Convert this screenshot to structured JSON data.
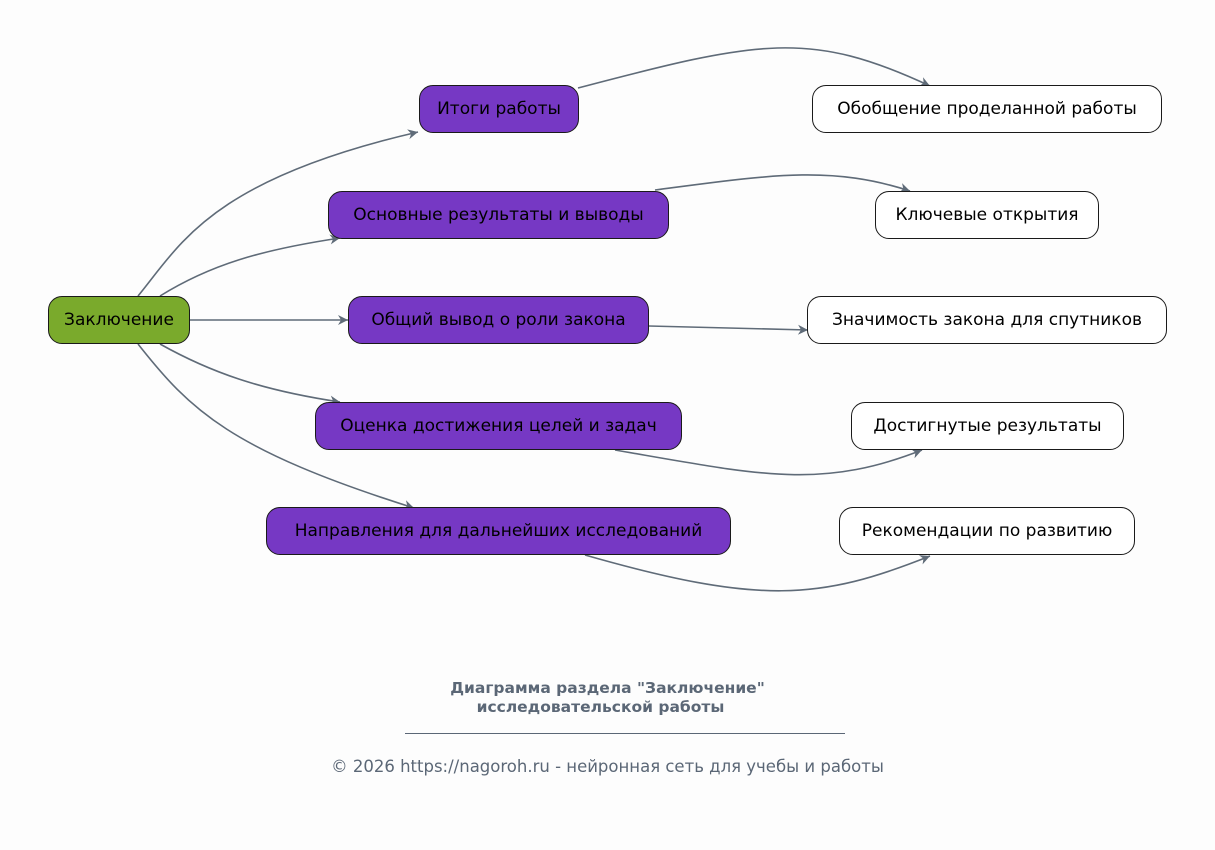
{
  "diagram": {
    "root": {
      "label": "Заключение"
    },
    "branches": [
      {
        "label": "Итоги работы",
        "child": "Обобщение проделанной работы"
      },
      {
        "label": "Основные результаты и выводы",
        "child": "Ключевые открытия"
      },
      {
        "label": "Общий вывод о роли закона",
        "child": "Значимость закона для спутников"
      },
      {
        "label": "Оценка достижения целей и задач",
        "child": "Достигнутые результаты"
      },
      {
        "label": "Направления для дальнейших исследований",
        "child": "Рекомендации по развитию"
      }
    ],
    "colors": {
      "root": "#7aaa2c",
      "branch": "#7638c4",
      "leaf": "#ffffff",
      "edge": "#5f6b78",
      "caption": "#5b6776"
    }
  },
  "caption": {
    "title_line1": "Диаграмма раздела \"Заключение\"",
    "title_line2": "исследовательской работы",
    "footer": "© 2026 https://nagoroh.ru - нейронная сеть для учебы и работы"
  }
}
